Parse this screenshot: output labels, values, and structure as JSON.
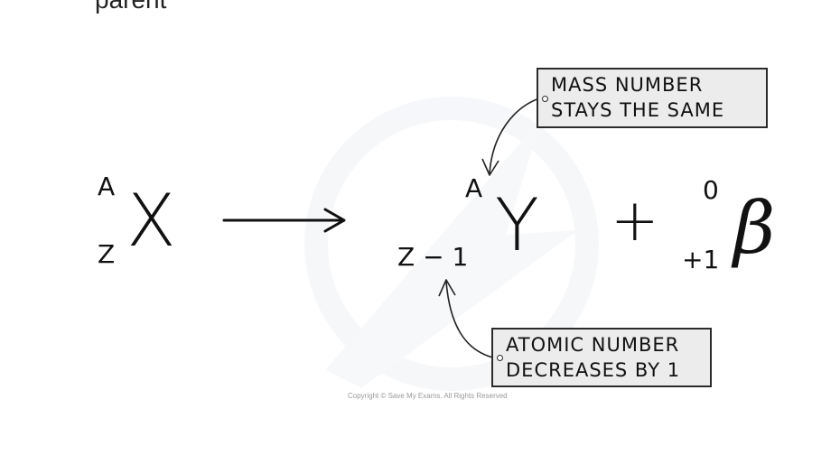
{
  "heading": "parent",
  "equation": {
    "parent": {
      "mass": "A",
      "atomic": "Z",
      "symbol": "X"
    },
    "daughter": {
      "mass": "A",
      "atomic": "Z − 1",
      "symbol": "Y"
    },
    "plus": "+",
    "beta": {
      "mass": "0",
      "atomic": "+1",
      "symbol": "β"
    }
  },
  "labels": {
    "mass": [
      "MASS  NUMBER",
      "STAYS  THE  SAME"
    ],
    "atomic": [
      "ATOMIC  NUMBER",
      "DECREASES  BY  1"
    ]
  },
  "copyright": "Copyright © Save My Exams. All Rights Reserved",
  "colors": {
    "tag_fill": "#ececec",
    "ink": "#111111",
    "watermark": "#f1f3f6"
  }
}
